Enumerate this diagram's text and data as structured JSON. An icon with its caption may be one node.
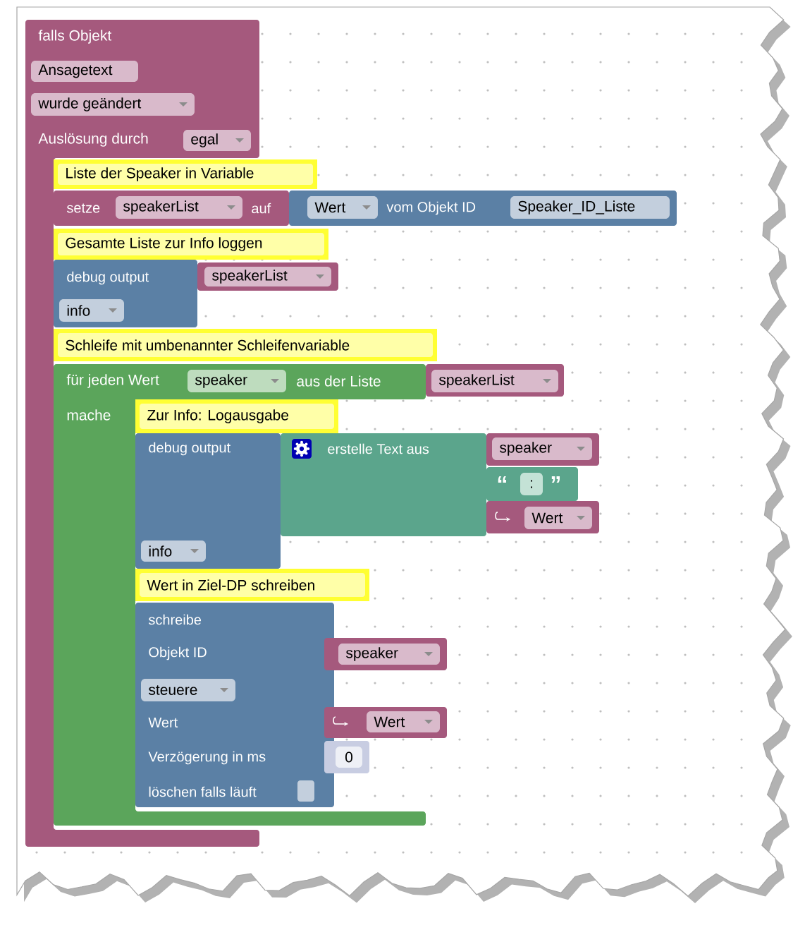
{
  "diagram": {
    "nodes": [
      {
        "text": [
          "falls Objekt",
          "Auslösung durch"
        ]
      },
      {
        "text": [
          "Ansagetext"
        ],
        "in": 0
      },
      {
        "text": [
          "wurde geändert"
        ],
        "in": 0
      },
      {
        "text": [
          "egal"
        ],
        "in": 0
      },
      {
        "text": [
          "Liste der Speaker in Variable"
        ]
      },
      {
        "text": [
          "setze",
          "auf"
        ]
      },
      {
        "text": [
          "speakerList"
        ],
        "in": 5
      },
      {
        "text": [
          "vom Objekt ID"
        ]
      },
      {
        "text": [
          "Wert"
        ],
        "in": 7
      },
      {
        "text": [
          "Speaker_ID_Liste"
        ],
        "in": 7
      },
      {
        "text": [
          "Gesamte Liste zur Info loggen"
        ]
      },
      {
        "text": [
          "debug output"
        ]
      },
      {
        "text": [
          "info"
        ],
        "in": 11
      },
      {
        "text": [
          "speakerList"
        ]
      },
      {
        "text": [
          "Schleife mit umbenannter Schleifenvariable"
        ]
      },
      {
        "text": [
          "für jeden Wert",
          "aus der Liste",
          "mache"
        ]
      },
      {
        "text": [
          "speaker"
        ],
        "in": 15
      },
      {
        "text": [
          "speakerList"
        ]
      },
      {
        "text": [
          "Zur Info: Logausgabe"
        ]
      },
      {
        "text": [
          "debug output"
        ]
      },
      {
        "text": [
          "info"
        ],
        "in": 19
      },
      {
        "text": [
          "erstelle Text aus"
        ]
      },
      {
        "text": [
          "speaker"
        ]
      },
      {
        "text": [
          "“",
          "”"
        ]
      },
      {
        "text": [
          ":"
        ],
        "in": 23
      },
      {
        "text": [
          "Wert"
        ]
      },
      {
        "text": [
          "Wert in Ziel-DP schreiben"
        ]
      },
      {
        "text": [
          "schreibe",
          "Objekt ID",
          "Wert",
          "Verzögerung in ms",
          "löschen falls läuft"
        ]
      },
      {
        "text": [
          "steuere"
        ],
        "in": 27
      },
      {
        "text": [
          "speaker"
        ]
      },
      {
        "text": [
          "Wert"
        ]
      },
      {
        "text": [
          "0"
        ]
      }
    ]
  }
}
